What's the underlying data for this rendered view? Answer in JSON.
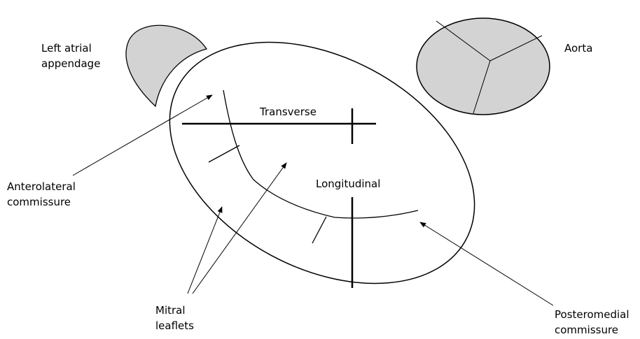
{
  "labels": {
    "left_atrial_appendage": [
      "Left atrial",
      "appendage"
    ],
    "aorta": "Aorta",
    "transverse": "Transverse",
    "longitudinal": "Longitudinal",
    "anterolateral_commissure": [
      "Anterolateral",
      "commissure"
    ],
    "mitral_leaflets": [
      "Mitral",
      "leaflets"
    ],
    "posteromedial_commissure": [
      "Posteromedial",
      "commissure"
    ]
  },
  "colors": {
    "structure_fill": "#d3d3d3",
    "stroke": "#000000",
    "background": "#ffffff"
  }
}
